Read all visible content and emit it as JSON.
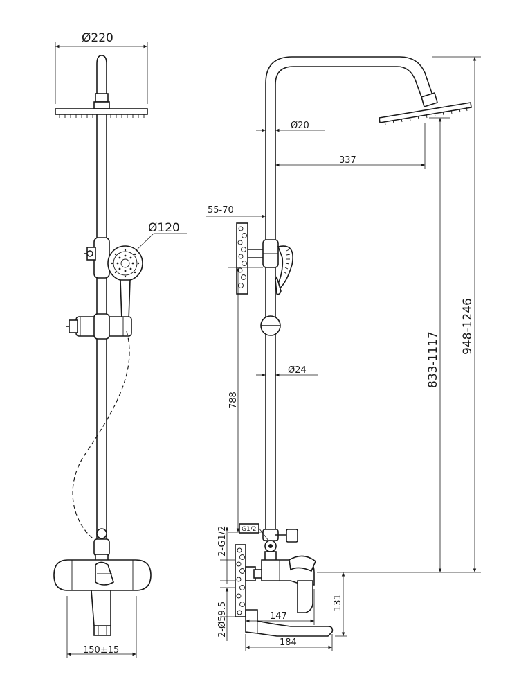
{
  "dimensions": {
    "head_diameter": "Ø220",
    "handshower_diameter": "Ø120",
    "mixer_width": "150±15",
    "pipe_diameter_top": "Ø20",
    "arm_reach": "337",
    "wall_offset": "55-70",
    "pipe_diameter_lower": "Ø24",
    "riser_length": "788",
    "height_range_outlet": "833-1117",
    "height_range_total": "948-1246",
    "thread_label": "G1/2",
    "inlet_thread": "2-G1/2",
    "flange_diameter": "2-Ø59.5",
    "spout_reach_inner": "147",
    "spout_reach_outer": "184",
    "spout_height": "131"
  }
}
